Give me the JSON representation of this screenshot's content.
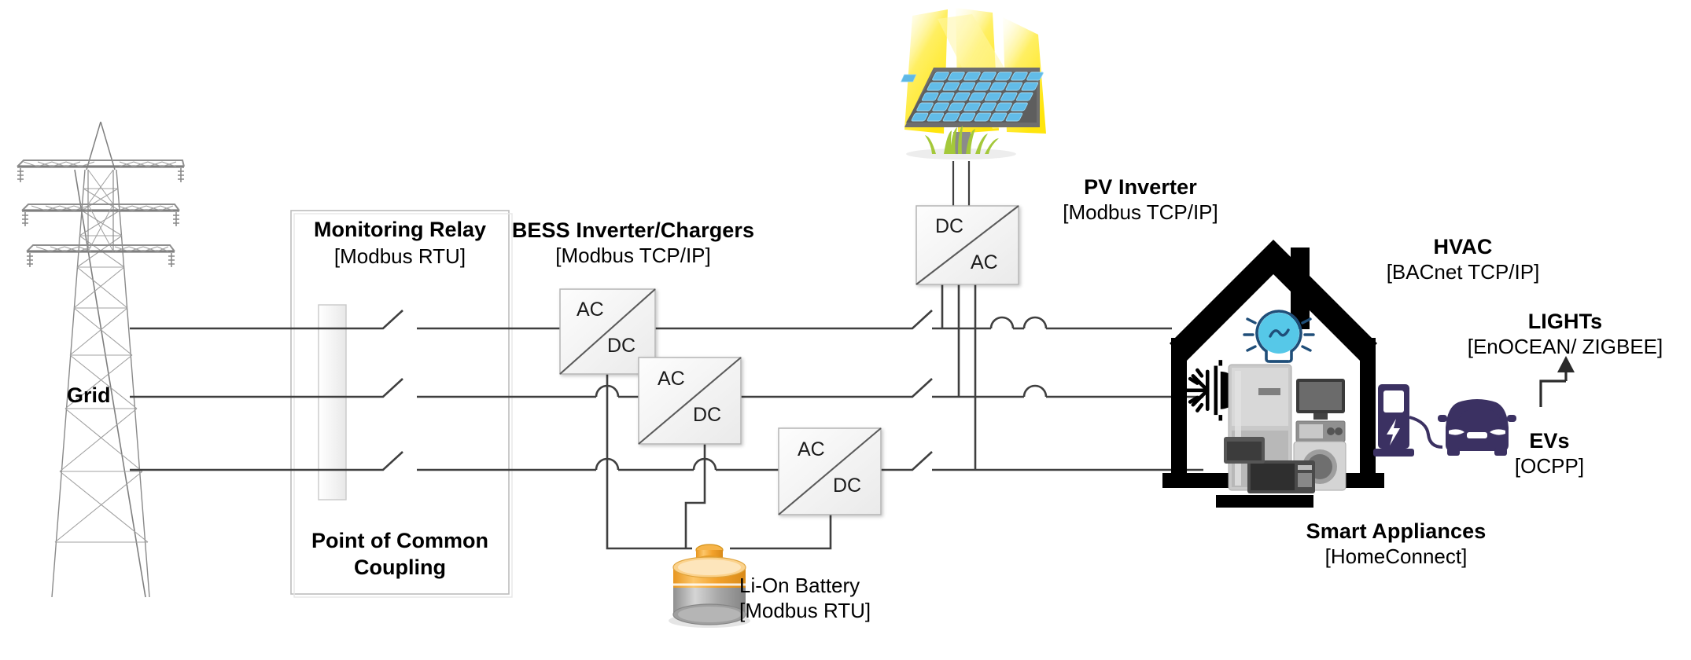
{
  "diagram": {
    "title": "Home energy system single-line diagram with communication protocols",
    "grid_label": "Grid",
    "pcc_box": {
      "relay_title": "Monitoring Relay",
      "relay_protocol": "[Modbus RTU]",
      "pcc_line1": "Point of Common",
      "pcc_line2": "Coupling"
    },
    "bess": {
      "title": "BESS Inverter/Chargers",
      "protocol": "[Modbus TCP/IP]",
      "converters": [
        {
          "top_label": "AC",
          "bottom_label": "DC"
        },
        {
          "top_label": "AC",
          "bottom_label": "DC"
        },
        {
          "top_label": "AC",
          "bottom_label": "DC"
        }
      ]
    },
    "battery": {
      "title": "Li-On Battery",
      "protocol": "[Modbus RTU]"
    },
    "pv": {
      "title": "PV Inverter",
      "protocol": "[Modbus TCP/IP]",
      "converter": {
        "top_label": "DC",
        "bottom_label": "AC"
      }
    },
    "loads": [
      {
        "name": "hvac",
        "title": "HVAC",
        "protocol": "[BACnet TCP/IP]"
      },
      {
        "name": "lights",
        "title": "LIGHTs",
        "protocol": "[EnOCEAN/ ZIGBEE]"
      },
      {
        "name": "evs",
        "title": "EVs",
        "protocol": "[OCPP]"
      },
      {
        "name": "smart-appliances",
        "title": "Smart Appliances",
        "protocol": "[HomeConnect]"
      }
    ],
    "icons": {
      "pylon": "transmission-tower-icon",
      "solar_panel": "solar-panel-icon",
      "sun_rays": "sun-rays-icon",
      "grass": "grass-icon",
      "battery": "battery-icon",
      "house": "house-icon",
      "bulb": "light-bulb-icon",
      "hvac": "heating-cooling-icon",
      "appliances": "home-appliances-icon",
      "ev_charger": "ev-charging-station-icon",
      "car": "electric-car-icon",
      "arrow": "up-arrow-icon"
    },
    "colors": {
      "wire": "#3f3f3f",
      "box_fill": "#f5f5f5",
      "box_stroke": "#a6a6a6",
      "pylon": "#7f7f7f",
      "battery_orange": "#f0a12e",
      "battery_gray": "#9a9a9a",
      "pv_blue": "#58b3e0",
      "pv_frame": "#6e6e6e",
      "sun_yellow": "#ffe800",
      "ev_purple": "#3b3162",
      "bulb_cyan": "#56c8e8",
      "bulb_outline": "#1f4e79",
      "house_black": "#000000"
    }
  }
}
